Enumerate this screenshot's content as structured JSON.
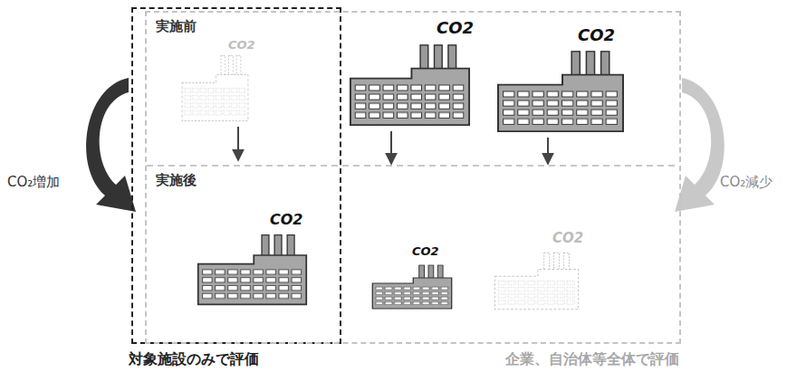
{
  "diagram": {
    "nodes": [
      {
        "text": [
          "対象施設のみで評価"
        ]
      },
      {
        "text": [
          "企業、自治体等全体で評価"
        ]
      }
    ],
    "labels": [
      "実施前",
      "実施後",
      "CO2",
      "CO2",
      "CO2",
      "CO2",
      "CO2",
      "CO2",
      "CO₂増加",
      "CO₂減少"
    ]
  }
}
